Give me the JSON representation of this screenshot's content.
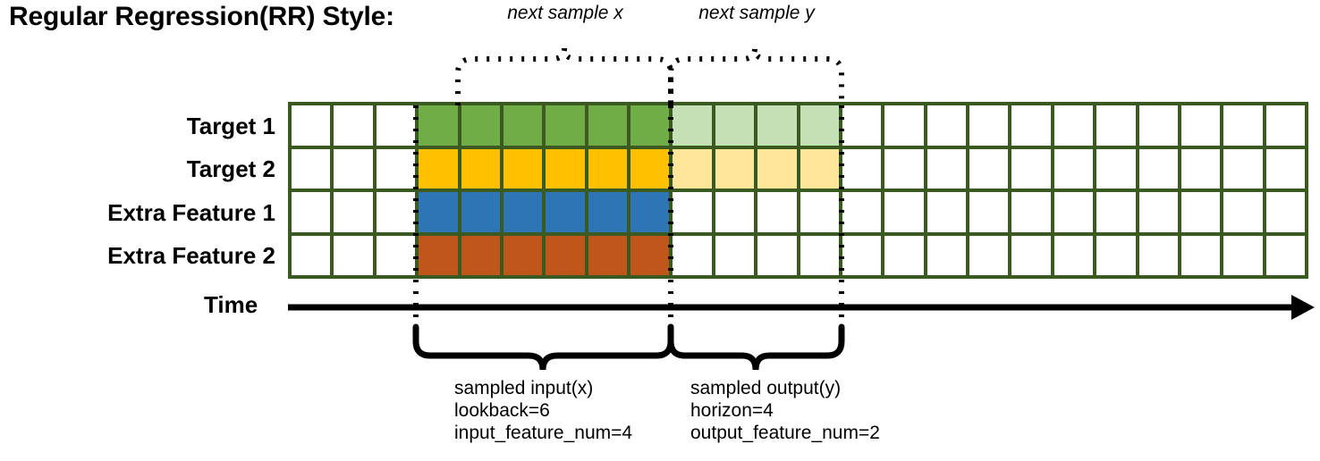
{
  "title": "Regular Regression(RR) Style:",
  "annotations": {
    "next_sample_x": "next sample x",
    "next_sample_y": "next sample y"
  },
  "rows": [
    {
      "label": "Target 1",
      "color": "#70ad47",
      "faded_color": "#c5e0b4",
      "has_faded": true
    },
    {
      "label": "Target 2",
      "color": "#ffc000",
      "faded_color": "#ffe699",
      "has_faded": true
    },
    {
      "label": "Extra Feature 1",
      "color": "#2e75b6",
      "faded_color": "#ffffff",
      "has_faded": false
    },
    {
      "label": "Extra Feature 2",
      "color": "#c0571a",
      "faded_color": "#ffffff",
      "has_faded": false
    }
  ],
  "grid": {
    "total_columns": 24,
    "leading_blank_columns": 3,
    "input_columns": 6,
    "output_columns": 4,
    "trailing_blank_columns": 11,
    "border_color": "#3a5a22",
    "empty_cell_color": "#ffffff"
  },
  "axis": {
    "label": "Time"
  },
  "captions": {
    "input": {
      "line1": "sampled input(x)",
      "line2": "lookback=6",
      "line3": "input_feature_num=4"
    },
    "output": {
      "line1": "sampled output(y)",
      "line2": "horizon=4",
      "line3": "output_feature_num=2"
    }
  }
}
